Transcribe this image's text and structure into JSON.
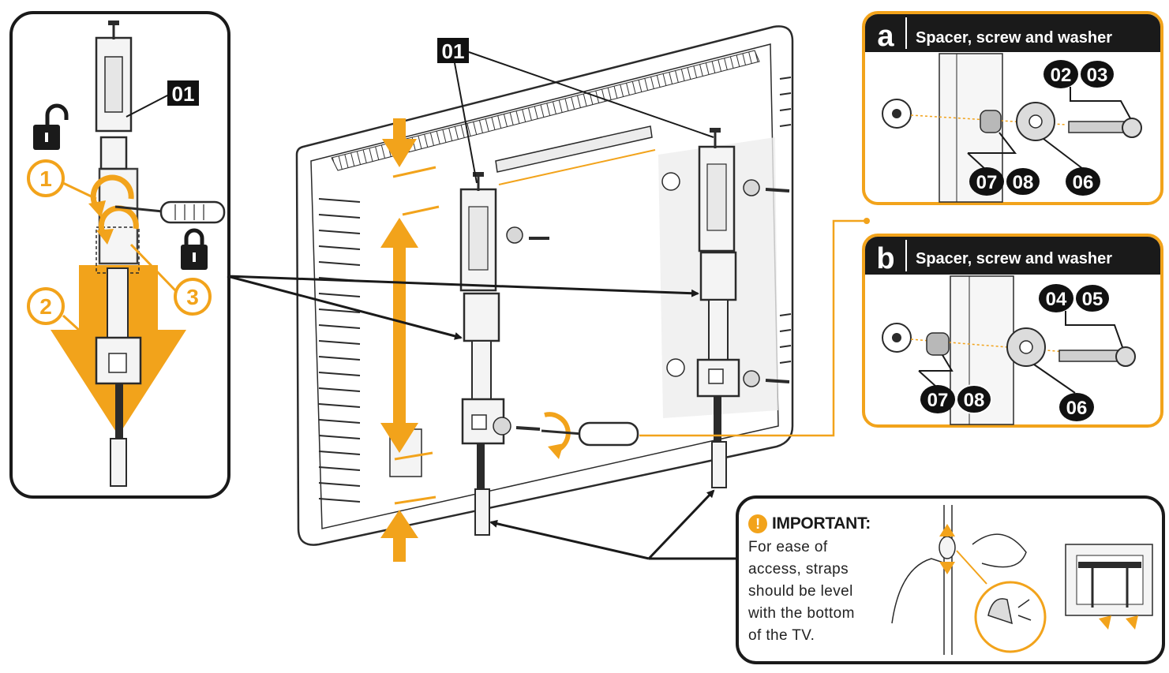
{
  "colors": {
    "accent": "#f2a31b",
    "accent_light": "#fbe2b0",
    "outline": "#2b2b2b",
    "part_fill": "#f4f4f4",
    "label_bg": "#111111",
    "label_text": "#ffffff"
  },
  "callouts": {
    "main_part": "01",
    "detail_part": "01"
  },
  "steps": {
    "step1": "1",
    "step2": "2",
    "step3": "3"
  },
  "icons": {
    "unlock": "unlocked-padlock-icon",
    "lock": "locked-padlock-icon",
    "screwdriver": "screwdriver-icon"
  },
  "panel_a": {
    "letter": "a",
    "title": "Spacer, screw and washer",
    "part_screw_1": "02",
    "part_screw_2": "03",
    "part_spacer_1": "07",
    "part_spacer_2": "08",
    "part_washer": "06"
  },
  "panel_b": {
    "letter": "b",
    "title": "Spacer, screw and washer",
    "part_screw_1": "04",
    "part_screw_2": "05",
    "part_spacer_1": "07",
    "part_spacer_2": "08",
    "part_washer": "06"
  },
  "important": {
    "icon": "!",
    "title": "IMPORTANT:",
    "lines": [
      "For ease of",
      "access, straps",
      "should be level",
      "with the bottom",
      "of the TV."
    ]
  }
}
